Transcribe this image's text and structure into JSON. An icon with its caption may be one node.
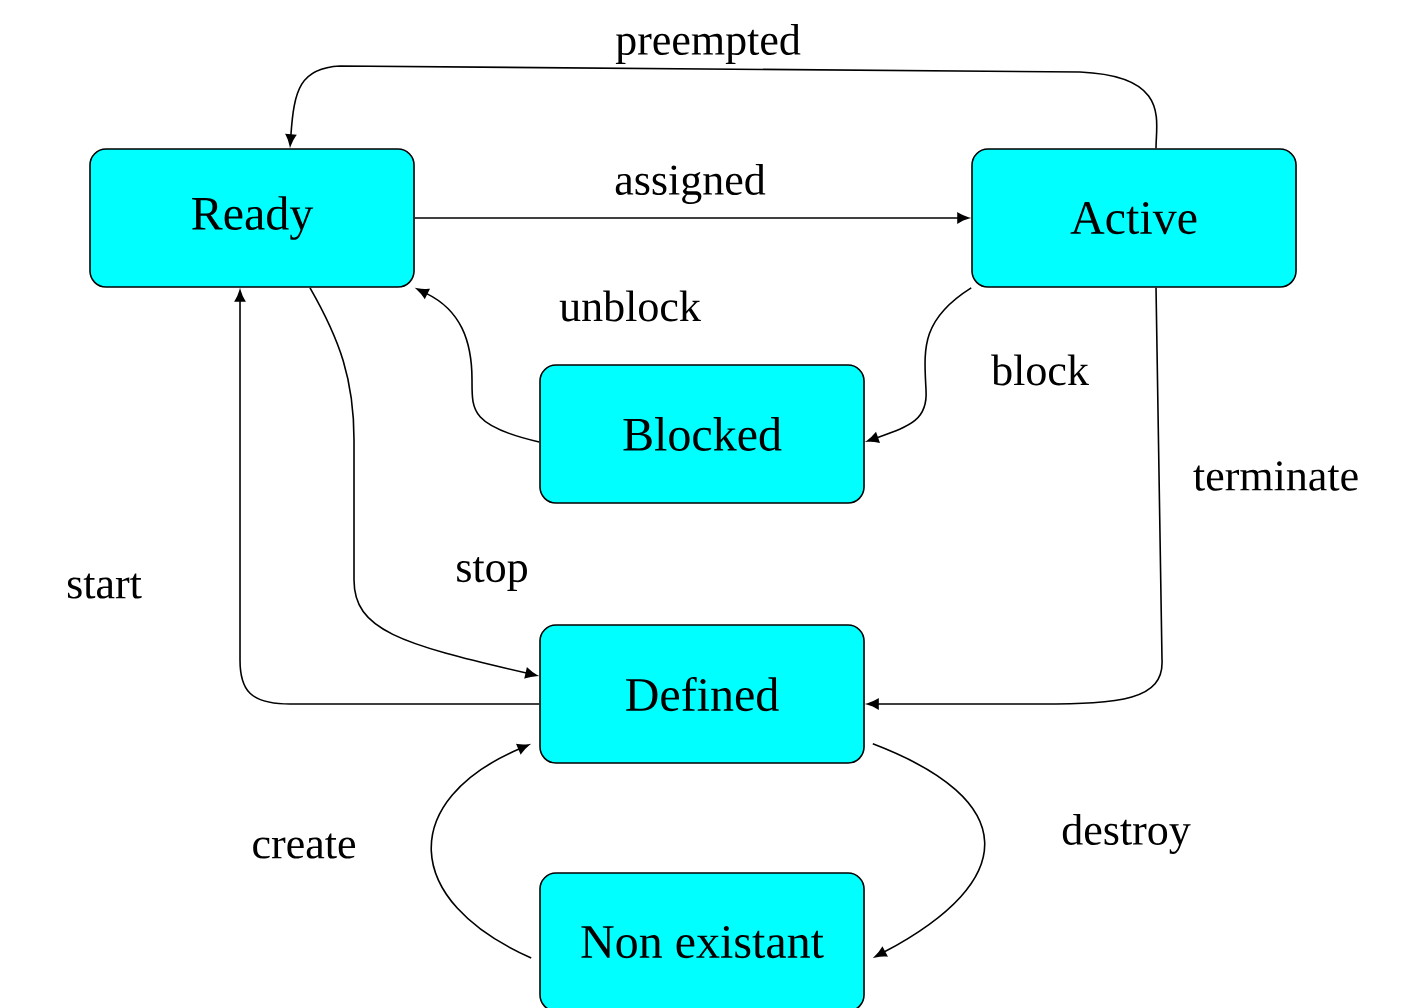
{
  "diagram": {
    "nodes": [
      {
        "text": [
          "Ready"
        ]
      },
      {
        "text": [
          "Active"
        ]
      },
      {
        "text": [
          "Blocked"
        ]
      },
      {
        "text": [
          "Defined"
        ]
      },
      {
        "text": [
          "Non existant"
        ]
      }
    ],
    "edges": [
      {
        "from": 0,
        "to": 1,
        "arrow": "to",
        "label": "assigned"
      },
      {
        "from": 1,
        "to": 0,
        "arrow": "to",
        "label": "preempted"
      },
      {
        "from": 1,
        "to": 2,
        "arrow": "to",
        "label": "block"
      },
      {
        "from": 2,
        "to": 0,
        "arrow": "to",
        "label": "unblock"
      },
      {
        "from": 0,
        "to": 3,
        "arrow": "to",
        "label": "stop"
      },
      {
        "from": 3,
        "to": 0,
        "arrow": "to",
        "label": "start"
      },
      {
        "from": 1,
        "to": 3,
        "arrow": "to",
        "label": "terminate"
      },
      {
        "from": 4,
        "to": 3,
        "arrow": "to",
        "label": "create"
      },
      {
        "from": 3,
        "to": 4,
        "arrow": "to",
        "label": "destroy"
      }
    ]
  }
}
